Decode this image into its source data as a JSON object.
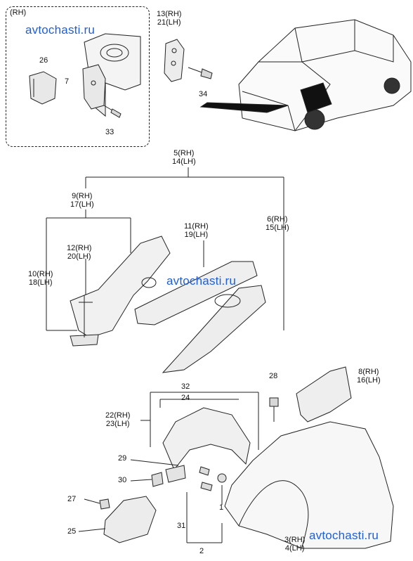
{
  "inset": {
    "side": "(RH)"
  },
  "watermarks": [
    "avtochasti.ru",
    "avtochasti.ru",
    "avtochasti.ru"
  ],
  "labels": {
    "p13_21": "13(RH)\n21(LH)",
    "p26": "26",
    "p7": "7",
    "p34": "34",
    "p33": "33",
    "p5_14": "5(RH)\n14(LH)",
    "p9_17": "9(RH)\n17(LH)",
    "p11_19": "11(RH)\n19(LH)",
    "p6_15": "6(RH)\n15(LH)",
    "p12_20": "12(RH)\n20(LH)",
    "p10_18": "10(RH)\n18(LH)",
    "p28": "28",
    "p8_16": "8(RH)\n16(LH)",
    "p32": "32",
    "p24": "24",
    "p22_23": "22(RH)\n23(LH)",
    "p29": "29",
    "p30": "30",
    "p27": "27",
    "p25": "25",
    "p1": "1",
    "p31": "31",
    "p2": "2",
    "p3_4": "3(RH)\n4(LH)"
  }
}
